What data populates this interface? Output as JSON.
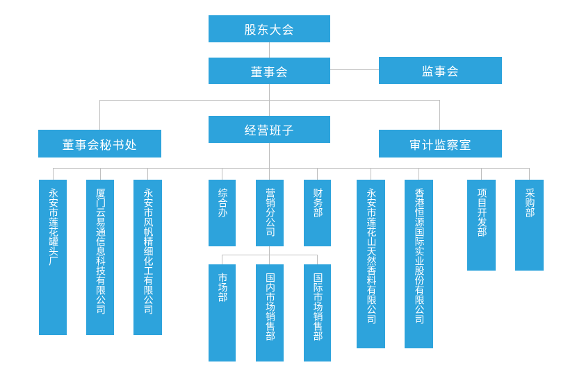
{
  "nodes": {
    "shareholders": "股东大会",
    "board": "董事会",
    "supervisors": "监事会",
    "management": "经营班子",
    "board_secretary": "董事会秘书处",
    "audit": "审计监察室",
    "sub_1": "永安市莲花罐头厂",
    "sub_2": "厦门云易通信息科技有限公司",
    "sub_3": "永安市风帆精细化工有限公司",
    "office": "综合办",
    "sales_branch": "营销分公司",
    "finance": "财务部",
    "sub_4": "永安市莲花山天然香料有限公司",
    "sub_5": "香港恒源国际实业股份有限公司",
    "project_dev": "项目开发部",
    "procurement": "采购部",
    "market": "市场部",
    "domestic_sales": "国内市场销售部",
    "intl_sales": "国际市场销售部"
  },
  "colors": {
    "box": "#2da3dc",
    "connector": "#bfbfbf",
    "text": "#ffffff"
  }
}
